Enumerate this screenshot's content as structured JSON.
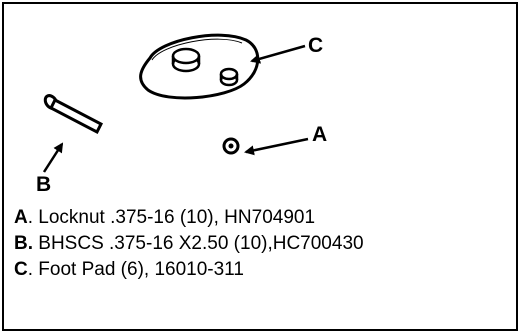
{
  "callouts": {
    "a": "A",
    "b": "B",
    "c": "C"
  },
  "parts": [
    {
      "letter": "A",
      "text": ". Locknut .375-16 (10), HN704901"
    },
    {
      "letter": "B.",
      "text": " BHSCS .375-16 X2.50 (10),HC700430"
    },
    {
      "letter": "C",
      "text": ". Foot Pad (6), 16010-311"
    }
  ]
}
